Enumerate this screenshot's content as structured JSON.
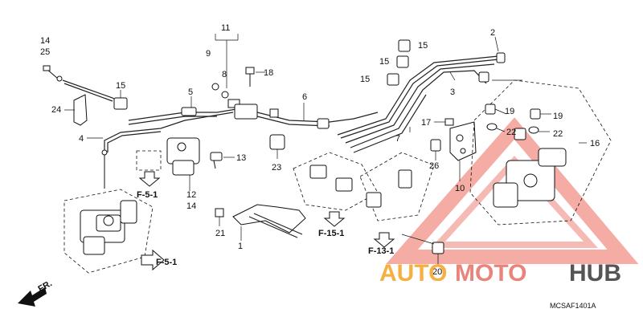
{
  "diagram": {
    "callouts": {
      "c1": "1",
      "c2": "2",
      "c3": "3",
      "c4": "4",
      "c5": "5",
      "c6": "6",
      "c7": "7",
      "c8": "8",
      "c9": "9",
      "c10": "10",
      "c11": "11",
      "c12": "12",
      "c13": "13",
      "c14a": "14",
      "c14b": "14",
      "c15a": "15",
      "c15b": "15",
      "c15c": "15",
      "c15d": "15",
      "c16": "16",
      "c17": "17",
      "c18": "18",
      "c19a": "19",
      "c19b": "19",
      "c20": "20",
      "c21": "21",
      "c22a": "22",
      "c22b": "22",
      "c23": "23",
      "c24": "24",
      "c25": "25",
      "c26": "26"
    },
    "references": {
      "f5a": "F-5-1",
      "f5b": "F-5-1",
      "f15": "F-15-1",
      "f13": "F-13-1"
    },
    "front_label": "FR.",
    "diagram_code": "MCSAF1401A"
  },
  "watermark": {
    "text_a": "AUTO",
    "text_b": "MOTO",
    "text_c": "HUB",
    "color_a": "#f5b041",
    "color_b": "#e8847a",
    "color_c": "#555555",
    "triangle_color": "#e74c3c"
  }
}
